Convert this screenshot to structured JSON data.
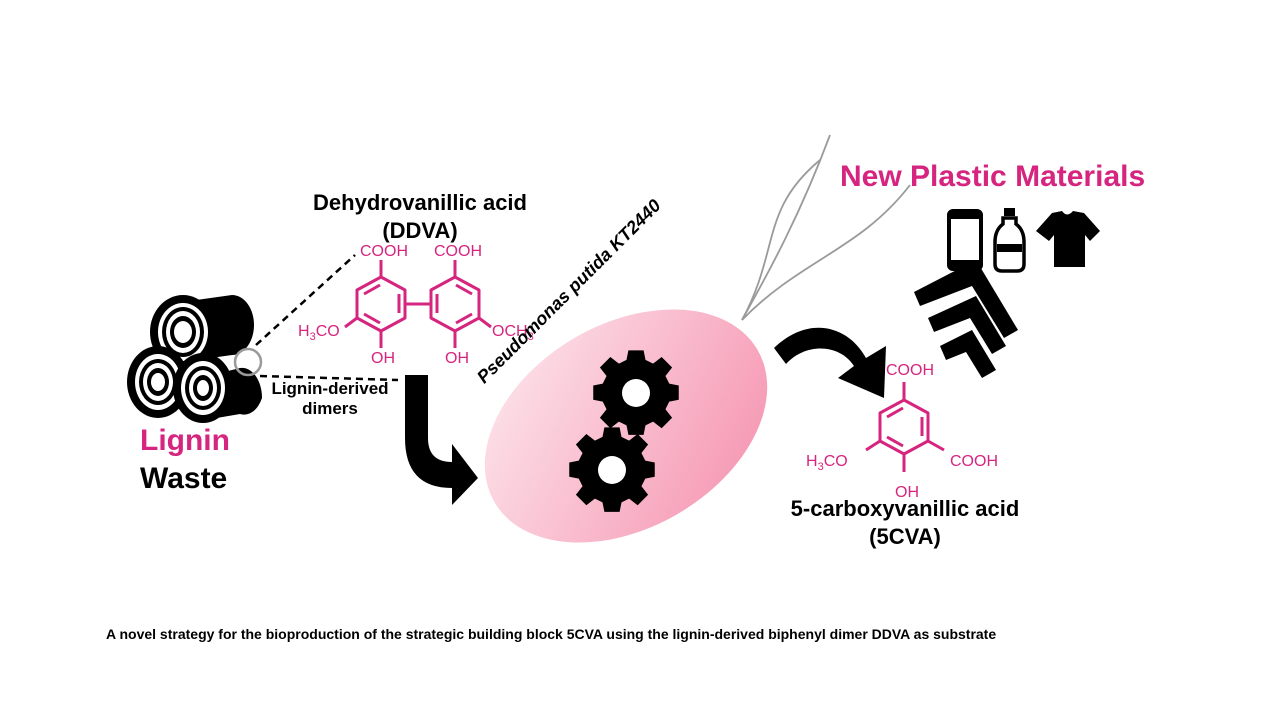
{
  "colors": {
    "accent": "#d6257f",
    "cell_fill_light": "#fde3ea",
    "cell_fill_dark": "#f58fac",
    "ink": "#000000",
    "flagella": "#9a9a9a"
  },
  "lignin": {
    "line1": "Lignin",
    "line2": "Waste",
    "dimers_label_line1": "Lignin-derived",
    "dimers_label_line2": "dimers"
  },
  "ddva": {
    "name_line1": "Dehydrovanillic acid",
    "name_line2": "(DDVA)",
    "cooh_left": "COOH",
    "cooh_right": "COOH",
    "och3_left": "H3CO",
    "och3_right": "OCH3",
    "oh_left": "OH",
    "oh_right": "OH"
  },
  "bacterium": {
    "label": "Pseudomonas putida KT2440"
  },
  "cva": {
    "cooh_top": "COOH",
    "cooh_right": "COOH",
    "och3": "H3CO",
    "oh": "OH",
    "name_line1": "5-carboxyvanillic acid",
    "name_line2": "(5CVA)"
  },
  "products": {
    "title": "New Plastic Materials",
    "icons": [
      "smartphone-icon",
      "bottle-icon",
      "tshirt-icon"
    ]
  },
  "caption": "A novel strategy for the bioproduction of the strategic building block 5CVA using the lignin-derived biphenyl dimer DDVA as substrate"
}
